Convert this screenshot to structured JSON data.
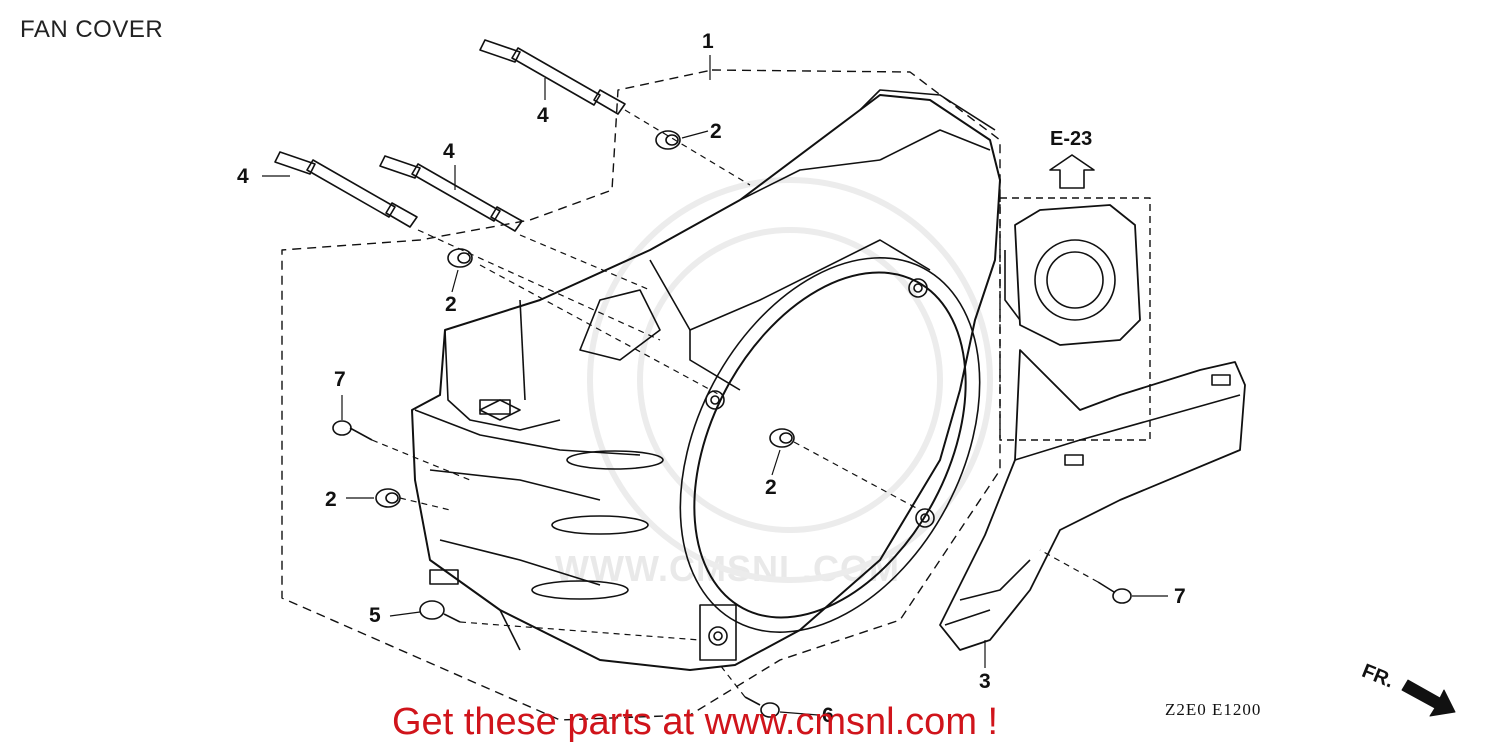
{
  "diagram": {
    "title": "FAN COVER",
    "ref_label": "E-23",
    "direction_label": "FR.",
    "drawing_code": "Z2E0  E1200",
    "watermark": "WWW.CMSNL.COM",
    "promo_text": "Get these parts at www.cmsnl.com !",
    "colors": {
      "line": "#111111",
      "promo": "#d0141b",
      "watermark": "#e9e9e9"
    },
    "callouts": [
      {
        "id": "c1a",
        "label": "1"
      },
      {
        "id": "c2a",
        "label": "2"
      },
      {
        "id": "c2b",
        "label": "2"
      },
      {
        "id": "c2c",
        "label": "2"
      },
      {
        "id": "c2d",
        "label": "2"
      },
      {
        "id": "c3",
        "label": "3"
      },
      {
        "id": "c4a",
        "label": "4"
      },
      {
        "id": "c4b",
        "label": "4"
      },
      {
        "id": "c4c",
        "label": "4"
      },
      {
        "id": "c5",
        "label": "5"
      },
      {
        "id": "c6",
        "label": "6"
      },
      {
        "id": "c7a",
        "label": "7"
      },
      {
        "id": "c7b",
        "label": "7"
      }
    ]
  }
}
